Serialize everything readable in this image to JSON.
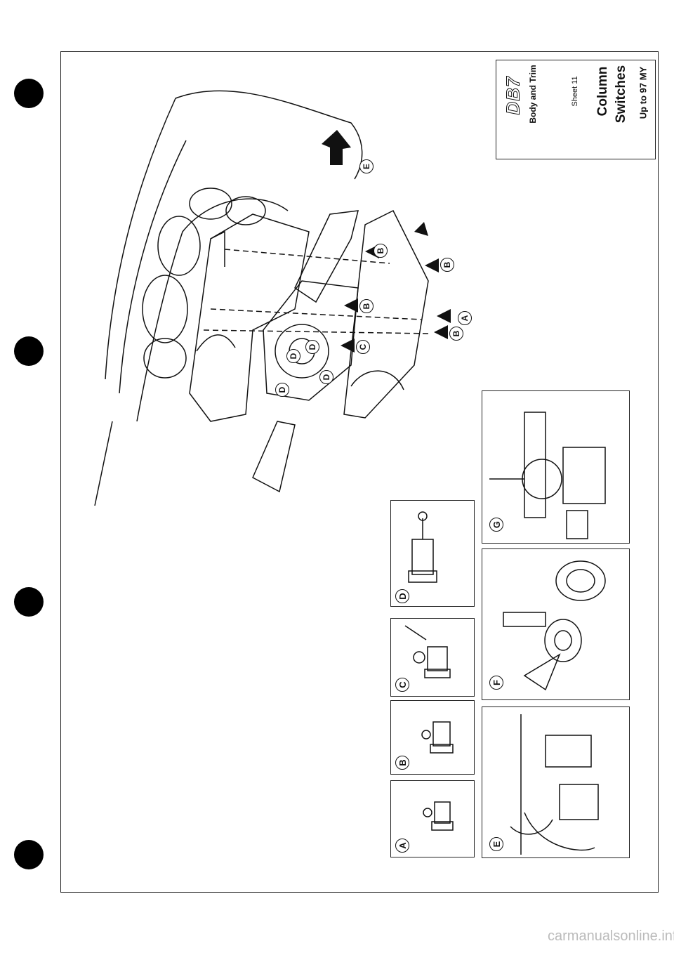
{
  "title_block": {
    "logo": "DB7",
    "section": "Body and Trim",
    "sheet": "Sheet 11",
    "title_line1": "Column",
    "title_line2": "Switches",
    "applicability": "Up to 97 MY"
  },
  "main_callouts": {
    "e": "E",
    "b1": "B",
    "b2": "B",
    "b3": "B",
    "b4": "B",
    "a": "A",
    "c": "C",
    "d1": "D",
    "d2": "D",
    "d3": "D",
    "d4": "D"
  },
  "detail_panels": {
    "d": "D",
    "c": "C",
    "b": "B",
    "a": "A",
    "g": "G",
    "f": "F",
    "e": "E"
  },
  "footer": {
    "watermark": "carmanualsonline.info"
  }
}
